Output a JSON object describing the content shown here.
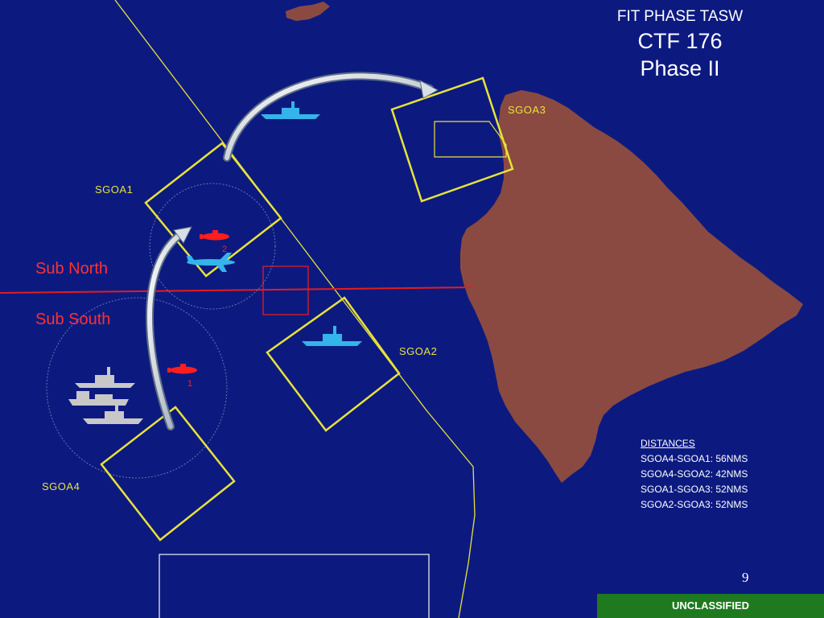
{
  "title": {
    "line1": "FIT PHASE TASW",
    "line2": "CTF 176",
    "line3": "Phase II"
  },
  "zones": {
    "north": "Sub North",
    "south": "Sub South"
  },
  "areas": {
    "sgoa1": "SGOA1",
    "sgoa2": "SGOA2",
    "sgoa3": "SGOA3",
    "sgoa4": "SGOA4"
  },
  "submarines": {
    "sub1": "1",
    "sub2": "2"
  },
  "distances": {
    "heading": "DISTANCES",
    "rows": [
      "SGOA4-SGOA1: 56NMS",
      "SGOA4-SGOA2: 42NMS",
      "SGOA1-SGOA3: 52NMS",
      "SGOA2-SGOA3: 52NMS"
    ]
  },
  "page_number": "9",
  "classification": "UNCLASSIFIED",
  "colors": {
    "ocean": "#0c1a80",
    "land": "#8a4a42",
    "area_outline": "#e8e23a",
    "boundary": "#e61c1c",
    "friendly_ship": "#34b4ea",
    "grey_ship": "#c8c8c8",
    "submarine": "#ff1e1e",
    "classification_bar": "#1f7a1f"
  }
}
